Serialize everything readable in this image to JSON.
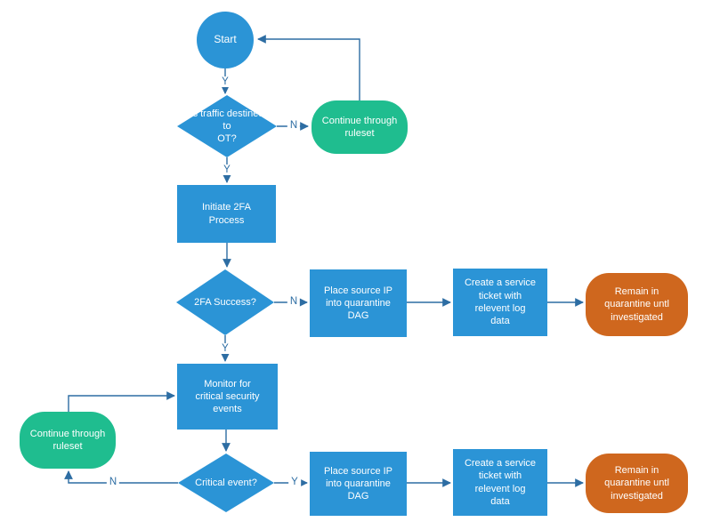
{
  "diagram": {
    "type": "flowchart",
    "colors": {
      "process_fill": "#2b94d6",
      "terminator_green": "#1fbd8f",
      "terminator_orange": "#cf671e",
      "connector": "#2d6da3",
      "node_text": "#ffffff",
      "background": "#ffffff"
    },
    "nodes": {
      "start": {
        "shape": "circle",
        "label": "Start"
      },
      "traffic_decision": {
        "shape": "diamond",
        "label": "Is traffic destined to\nOT?"
      },
      "continue_ruleset_top": {
        "shape": "rounded",
        "label": "Continue through\nruleset"
      },
      "initiate_2fa": {
        "shape": "rect",
        "label": "Initiate 2FA\nProcess"
      },
      "twofa_decision": {
        "shape": "diamond",
        "label": "2FA Success?"
      },
      "quarantine_dag_1": {
        "shape": "rect",
        "label": "Place source IP\ninto quarantine\nDAG"
      },
      "service_ticket_1": {
        "shape": "rect",
        "label": "Create a service\nticket with\nrelevent log\ndata"
      },
      "remain_quarantine_1": {
        "shape": "rounded",
        "label": "Remain in\nquarantine untl\ninvestigated"
      },
      "monitor_events": {
        "shape": "rect",
        "label": "Monitor for\ncritical security\nevents"
      },
      "continue_ruleset_bottom": {
        "shape": "rounded",
        "label": "Continue through\nruleset"
      },
      "critical_decision": {
        "shape": "diamond",
        "label": "Critical event?"
      },
      "quarantine_dag_2": {
        "shape": "rect",
        "label": "Place source IP\ninto quarantine\nDAG"
      },
      "service_ticket_2": {
        "shape": "rect",
        "label": "Create a service\nticket with\nrelevent log\ndata"
      },
      "remain_quarantine_2": {
        "shape": "rounded",
        "label": "Remain in\nquarantine untl\ninvestigated"
      }
    },
    "edges": [
      {
        "from": "start",
        "to": "traffic_decision",
        "label": "Y"
      },
      {
        "from": "traffic_decision",
        "to": "continue_ruleset_top",
        "label": "N"
      },
      {
        "from": "continue_ruleset_top",
        "to": "start",
        "label": ""
      },
      {
        "from": "traffic_decision",
        "to": "initiate_2fa",
        "label": "Y"
      },
      {
        "from": "initiate_2fa",
        "to": "twofa_decision",
        "label": ""
      },
      {
        "from": "twofa_decision",
        "to": "quarantine_dag_1",
        "label": "N"
      },
      {
        "from": "quarantine_dag_1",
        "to": "service_ticket_1",
        "label": ""
      },
      {
        "from": "service_ticket_1",
        "to": "remain_quarantine_1",
        "label": ""
      },
      {
        "from": "twofa_decision",
        "to": "monitor_events",
        "label": "Y"
      },
      {
        "from": "monitor_events",
        "to": "critical_decision",
        "label": ""
      },
      {
        "from": "critical_decision",
        "to": "continue_ruleset_bottom",
        "label": "N"
      },
      {
        "from": "continue_ruleset_bottom",
        "to": "monitor_events",
        "label": ""
      },
      {
        "from": "critical_decision",
        "to": "quarantine_dag_2",
        "label": "Y"
      },
      {
        "from": "quarantine_dag_2",
        "to": "service_ticket_2",
        "label": ""
      },
      {
        "from": "service_ticket_2",
        "to": "remain_quarantine_2",
        "label": ""
      }
    ]
  }
}
